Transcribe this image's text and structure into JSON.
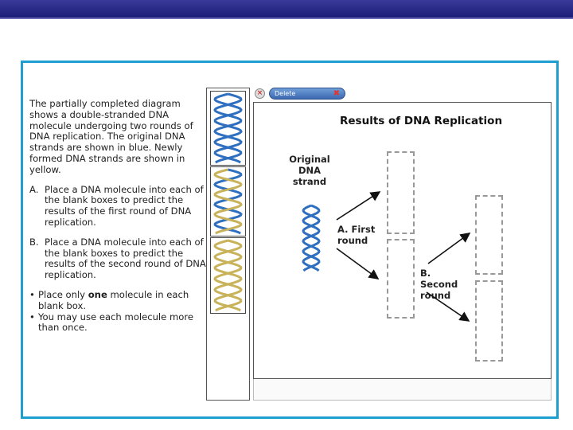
{
  "instructions": {
    "intro": "The partially completed diagram shows a double-stranded DNA molecule undergoing two rounds of DNA replication. The original DNA strands are shown in blue. Newly formed DNA strands are shown in yellow.",
    "step_a_marker": "A.",
    "step_a": "Place a DNA molecule into each of the blank boxes to predict the results of the first round of DNA replication.",
    "step_b_marker": "B.",
    "step_b": "Place a DNA molecule into each of the blank boxes to predict the results of the second round of DNA replication.",
    "rule1_pre": "Place only ",
    "rule1_bold": "one",
    "rule1_post": " molecule in each blank box.",
    "rule2": "You may use each molecule more than once."
  },
  "toolbar": {
    "delete_label": "Delete",
    "close_glyph": "×",
    "x_glyph": "✖"
  },
  "diagram": {
    "title": "Results of DNA Replication",
    "original_label": "Original DNA strand",
    "first_marker": "A.",
    "first_label": "First round",
    "second_marker": "B.",
    "second_label": "Second round"
  },
  "colors": {
    "original_strand": "#2f6fc0",
    "new_strand": "#c8b25a",
    "frame": "#1f9fd0"
  }
}
